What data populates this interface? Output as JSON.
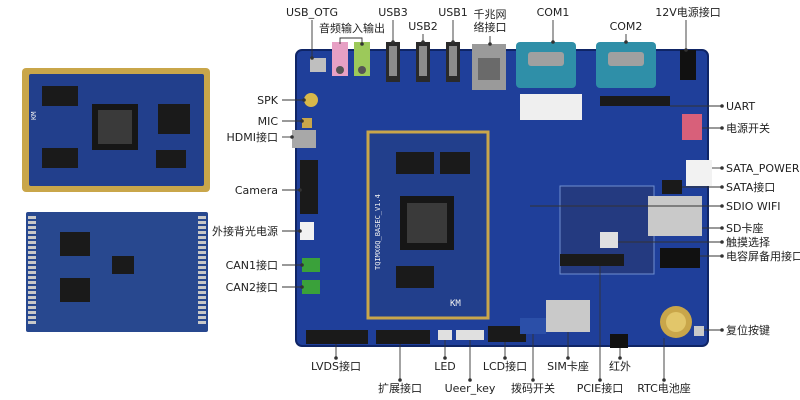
{
  "labels": {
    "usb_otg": "USB_OTG",
    "audio_io": "音频输入输出",
    "usb3": "USB3",
    "usb2": "USB2",
    "usb1": "USB1",
    "ethernet_1": "千兆网",
    "ethernet_2": "络接口",
    "com1": "COM1",
    "com2": "COM2",
    "power_12v": "12V电源接口",
    "spk": "SPK",
    "mic": "MIC",
    "hdmi": "HDMI接口",
    "camera": "Camera",
    "backlight_power": "外接背光电源",
    "can1": "CAN1接口",
    "can2": "CAN2接口",
    "uart": "UART",
    "power_switch": "电源开关",
    "sata_power": "SATA_POWER",
    "sata": "SATA接口",
    "sdio_wifi": "SDIO WIFI",
    "sd_slot": "SD卡座",
    "touch_select": "触摸选择",
    "cap_screen": "电容屏备用接口",
    "reset_key": "复位按键",
    "lvds": "LVDS接口",
    "expansion": "扩展接口",
    "led": "LED",
    "lcd": "LCD接口",
    "user_key": "Ueer_key",
    "dip_switch": "拨码开关",
    "sim_slot": "SIM卡座",
    "pcie": "PCIE接口",
    "infrared": "红外",
    "rtc_battery": "RTC电池座"
  },
  "silkscreen": {
    "module_id": "TQIMX6Q_BASEC_V1.4",
    "brand": "KM"
  },
  "colors": {
    "pcb_blue": "#1f3f9a",
    "pcb_border": "#0f2566",
    "gold": "#c9a64a",
    "db9_teal": "#2f8fa8",
    "jack_pink": "#e7a0c4",
    "jack_green": "#9cc95a",
    "chip_black": "#161616",
    "leader": "#333333"
  }
}
